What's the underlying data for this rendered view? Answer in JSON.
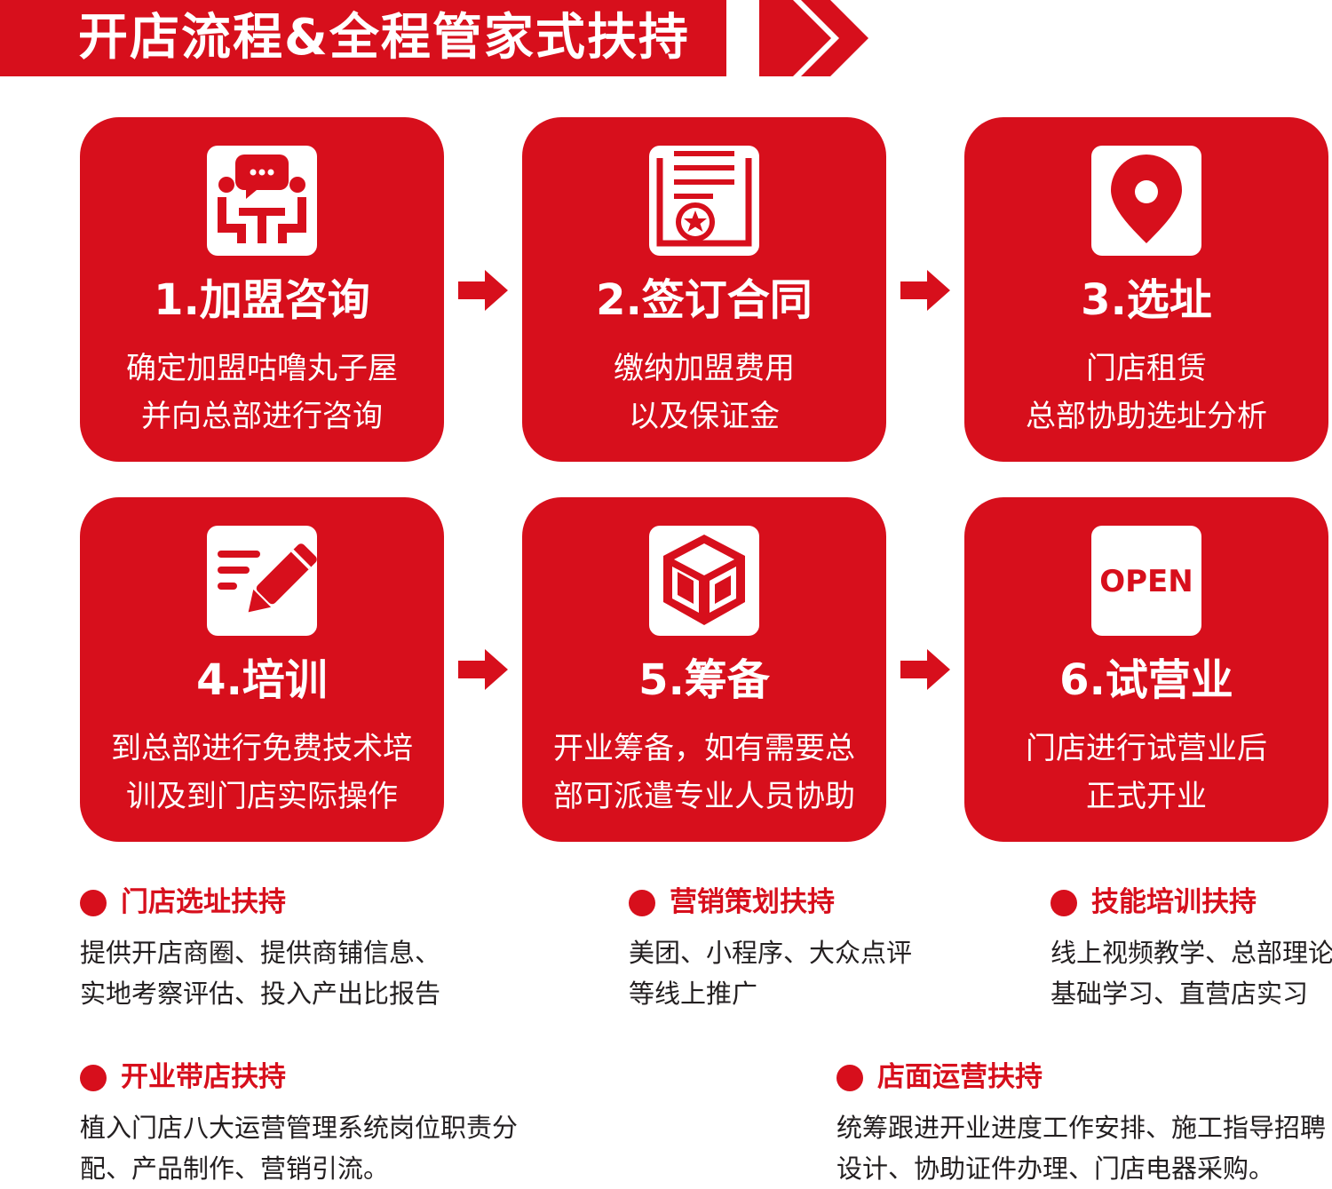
{
  "banner": {
    "title": "开店流程&全程管家式扶持"
  },
  "colors": {
    "brand_red": "#d70f1c",
    "text_dark": "#231f20",
    "white": "#ffffff"
  },
  "steps": [
    {
      "title": "1.加盟咨询",
      "line1": "确定加盟咕噜丸子屋",
      "line2": "并向总部进行咨询",
      "icon": "consultation-icon"
    },
    {
      "title": "2.签订合同",
      "line1": "缴纳加盟费用",
      "line2": "以及保证金",
      "icon": "contract-icon"
    },
    {
      "title": "3.选址",
      "line1": "门店租赁",
      "line2": "总部协助选址分析",
      "icon": "location-pin-icon"
    },
    {
      "title": "4.培训",
      "line1": "到总部进行免费技术培",
      "line2": "训及到门店实际操作",
      "icon": "pencil-icon"
    },
    {
      "title": "5.筹备",
      "line1": "开业筹备，如有需要总",
      "line2": "部可派遣专业人员协助",
      "icon": "box-icon"
    },
    {
      "title": "6.试营业",
      "line1": "门店进行试营业后",
      "line2": "正式开业",
      "icon": "open-sign-icon",
      "icon_text": "OPEN"
    }
  ],
  "supports": [
    {
      "heading": "门店选址扶持",
      "line1": "提供开店商圈、提供商铺信息、",
      "line2": "实地考察评估、投入产出比报告"
    },
    {
      "heading": "营销策划扶持",
      "line1": "美团、小程序、大众点评",
      "line2": "等线上推广"
    },
    {
      "heading": "技能培训扶持",
      "line1": "线上视频教学、总部理论",
      "line2": "基础学习、直营店实习"
    },
    {
      "heading": "开业带店扶持",
      "line1": "植入门店八大运营管理系统岗位职责分",
      "line2": "配、产品制作、营销引流。"
    },
    {
      "heading": "店面运营扶持",
      "line1": "统筹跟进开业进度工作安排、施工指导招聘",
      "line2": "设计、协助证件办理、门店电器采购。"
    }
  ]
}
